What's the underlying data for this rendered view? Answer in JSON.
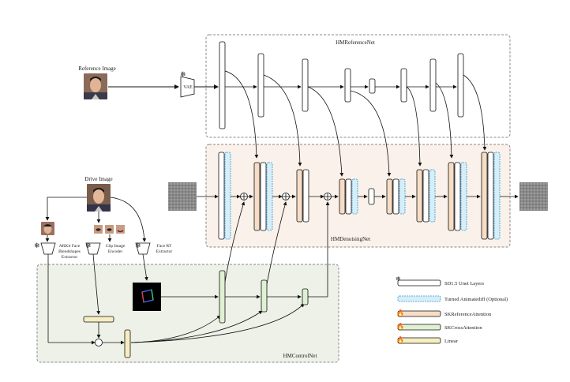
{
  "labels": {
    "reference_image": "Reference Image",
    "drive_image": "Drive Image",
    "vae": "VAE",
    "arkit": [
      "ARKit Face",
      "Blendshapes",
      "Extractor"
    ],
    "clip": [
      "Clip Image",
      "Encoder"
    ],
    "face_rt": [
      "Face RT",
      "Extractor"
    ]
  },
  "groups": {
    "reference_net": "HMReferenceNet",
    "denoising_net": "HMDenoisingNet",
    "control_net": "HMControlNet"
  },
  "legend": [
    {
      "label": "SD1.5 Unet Layers"
    },
    {
      "label": "Turned Animatediff (Optional)"
    },
    {
      "label": "SKReferenceAttention"
    },
    {
      "label": "SKCrossAttention"
    },
    {
      "label": "Linear"
    }
  ],
  "colors": {
    "unet": "#ffffff",
    "animatediff": "#d6eef7",
    "ref_attention": "#f7ddc5",
    "cross_attention": "#dff1d3",
    "linear": "#f6eec0",
    "ref_panel": "#ffffff",
    "denoise_panel": "#faf1ea",
    "control_panel": "#eef1e8"
  },
  "icons": [
    "snowflake-icon",
    "flame-icon",
    "plus-circle-icon",
    "face-photo"
  ]
}
